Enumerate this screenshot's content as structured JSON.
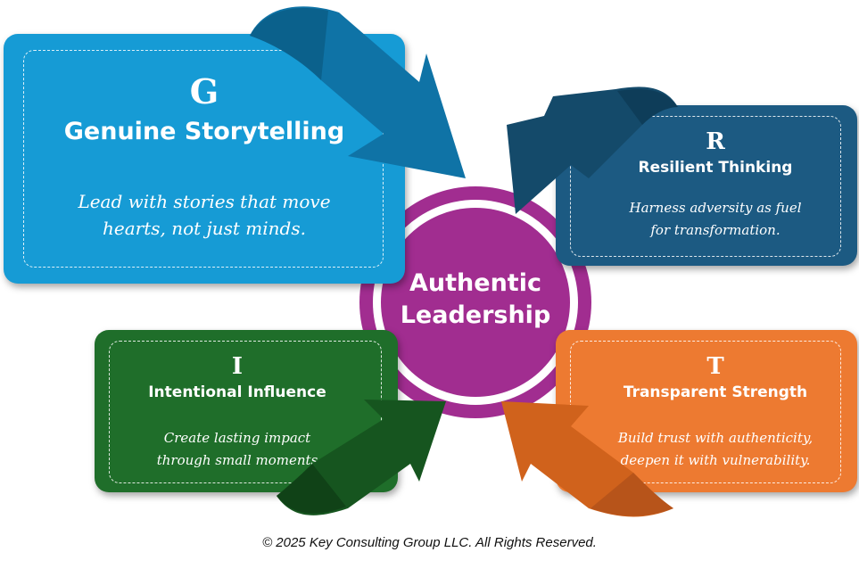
{
  "center": {
    "line1": "Authentic",
    "line2": "Leadership"
  },
  "cards": {
    "g": {
      "letter": "G",
      "title": "Genuine Storytelling",
      "desc1": "Lead with stories that move",
      "desc2": "hearts, not just minds.",
      "color": "#169bd5",
      "arrow_color": "#0f73a6"
    },
    "r": {
      "letter": "R",
      "title": "Resilient Thinking",
      "desc1": "Harness adversity as fuel",
      "desc2": "for transformation.",
      "color": "#1c5a82",
      "arrow_color": "#144a6a"
    },
    "i": {
      "letter": "I",
      "title": "Intentional Influence",
      "desc1": "Create lasting impact",
      "desc2": "through small moments",
      "color": "#1f6e2a",
      "arrow_color": "#16551f"
    },
    "t": {
      "letter": "T",
      "title": "Transparent Strength",
      "desc1": "Build trust with authenticity,",
      "desc2": "deepen it with vulnerability.",
      "color": "#ed7a31",
      "arrow_color": "#d0621c"
    }
  },
  "center_color": "#9b2a8c",
  "footer": "© 2025 Key Consulting Group LLC.  All Rights Reserved."
}
